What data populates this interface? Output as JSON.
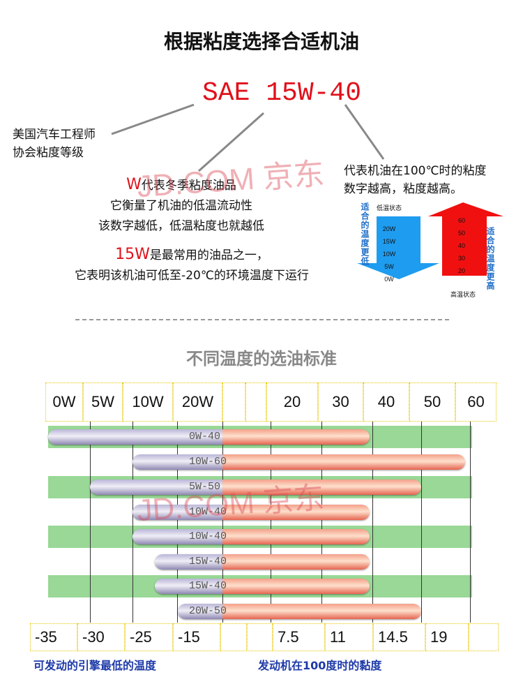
{
  "title": "根据粘度选择合适机油",
  "sae": "SAE 15W-40",
  "left_note": [
    "美国汽车工程师",
    "协会粘度等级"
  ],
  "w_note": {
    "w": "W",
    "line1": "代表冬季粘度油品",
    "line2": "它衡量了机油的低温流动性",
    "line3": "该数字越低，低温粘度也就越低"
  },
  "w15_note": {
    "w": "15W",
    "line1": "是最常用的油品之一，",
    "line2": "它表明该机油可低至-20℃的环境温度下运行"
  },
  "right_note": [
    "代表机油在100℃时的粘度",
    "数字越高，粘度越高。"
  ],
  "low_arrow": {
    "label": "低温状态",
    "side": "适合的温度更低",
    "values": [
      "20W",
      "15W",
      "10W",
      "5W",
      "0W"
    ],
    "color": "#1e9cf0"
  },
  "high_arrow": {
    "label": "高温状态",
    "side": "适合的温度更高",
    "values": [
      "60",
      "50",
      "40",
      "30",
      "20"
    ],
    "color": "#f01010"
  },
  "watermark": "JD.COM 京东",
  "subtitle": "不同温度的选油标准",
  "top_header": [
    "0W",
    "5W",
    "10W",
    "20W",
    "",
    "",
    "20",
    "30",
    "40",
    "50",
    "60"
  ],
  "bottom_header": [
    "-35",
    "-30",
    "-25",
    "-15",
    "",
    "",
    "7.5",
    "11",
    "14.5",
    "19",
    ""
  ],
  "bars": [
    "0W-40",
    "10W-60",
    "5W-50",
    "10W-40",
    "10W-40",
    "15W-40",
    "15W-40",
    "20W-50"
  ],
  "footer_left": "可发动的引擎最低的温度",
  "footer_right": "发动机在100度时的黏度"
}
